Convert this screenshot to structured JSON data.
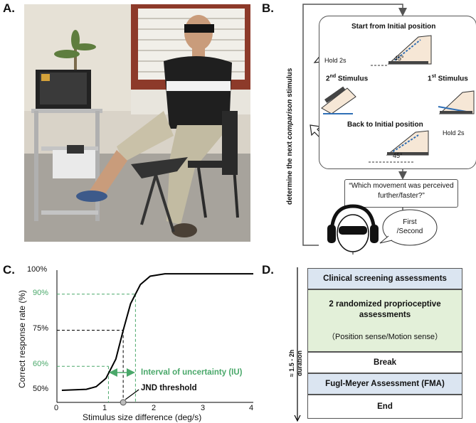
{
  "panel_labels": {
    "a": "A.",
    "b": "B.",
    "c": "C.",
    "d": "D."
  },
  "colors": {
    "accent_green": "#4aa86a",
    "box_blue": "#dbe5f1",
    "box_green": "#e3f0d9",
    "sigmoid": "#000000"
  },
  "panel_a": {
    "description_icons": [
      "laptop-icon",
      "chair-icon",
      "robot-device-icon",
      "participant-icon"
    ]
  },
  "panel_b": {
    "side_label_pre": "determine the next ",
    "side_label_em": "comparison",
    "side_label_post": " stimulus",
    "start": "Start from Initial position",
    "angle_top": "45°",
    "hold_left": "Hold 2s",
    "hold_right": "Hold 2s",
    "stim2_num": "2",
    "stim2_sup": "nd",
    "stim2_text": " Stimulus",
    "stim1_num": "1",
    "stim1_sup": "st",
    "stim1_text": " Stimulus",
    "back": "Back to Initial position",
    "angle_bottom": "45°",
    "question": "“Which movement was perceived further/faster?”",
    "answer": "First /Second"
  },
  "chart_data": {
    "type": "line",
    "ylabel": "Correct response rate (%)",
    "xlabel": "Stimulus size difference (deg/s)",
    "xlim": [
      0,
      4
    ],
    "ylim": [
      50,
      100
    ],
    "x_ticks": [
      "0",
      "1",
      "2",
      "3",
      "4"
    ],
    "y_ticks": [
      "100%",
      "90%",
      "75%",
      "60%",
      "50%"
    ],
    "series": [
      {
        "values_x": [
          0.1,
          0.6,
          0.8,
          1.0,
          1.2,
          1.35,
          1.5,
          1.7,
          1.9,
          2.2,
          4.0
        ],
        "values_y": [
          50,
          50.4,
          51.5,
          55,
          63,
          75,
          86,
          94,
          97.5,
          98.5,
          98.5
        ]
      }
    ],
    "marks": {
      "x60": 1.05,
      "x75": 1.35,
      "x90": 1.6
    },
    "iu_label": "Interval of uncertainty (IU)",
    "jnd_label": "JND threshold"
  },
  "panel_d": {
    "duration_label": "≈ 1.5 - 2h duration",
    "step1": "Clinical screening assessments",
    "step2_title": "2 randomized proprioceptive assessments",
    "step2_sub": "（Position sense/Motion sense）",
    "step3": "Break",
    "step4": "Fugl-Meyer Assessment (FMA)",
    "step5": "End"
  }
}
